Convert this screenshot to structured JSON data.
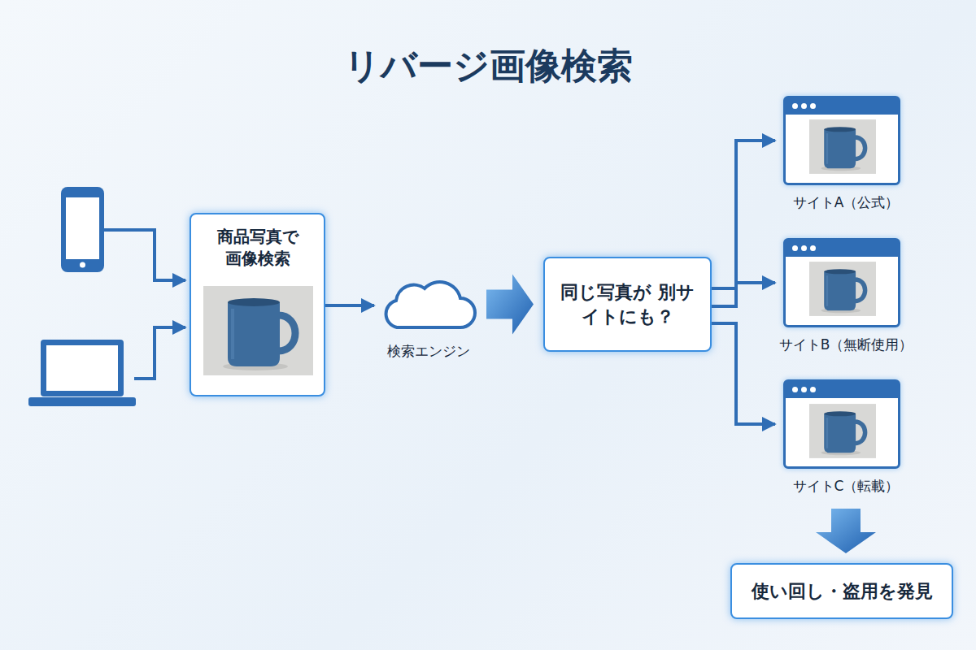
{
  "diagram": {
    "title": "リバージ画像検索",
    "nodes": [
      {
        "text": [
          "商品写真で 画像検索"
        ]
      },
      {
        "text": [
          "検索エンジン"
        ]
      },
      {
        "text": [
          "同じ写真が 別サイトにも？"
        ]
      },
      {
        "text": [
          "サイトA（公式）"
        ]
      },
      {
        "text": [
          "サイトB（無断使用）"
        ]
      },
      {
        "text": [
          "サイトC（転載）"
        ]
      },
      {
        "text": [
          "使い回し・盗用を発見"
        ]
      }
    ],
    "edges": [
      {
        "from": 0,
        "to": 1,
        "arrow": "to"
      },
      {
        "from": 1,
        "to": 2,
        "arrow": "to"
      },
      {
        "from": 2,
        "to": 3,
        "arrow": "to"
      },
      {
        "from": 2,
        "to": 4,
        "arrow": "to"
      },
      {
        "from": 2,
        "to": 5,
        "arrow": "to"
      },
      {
        "from": 5,
        "to": 6,
        "arrow": "to"
      }
    ]
  }
}
